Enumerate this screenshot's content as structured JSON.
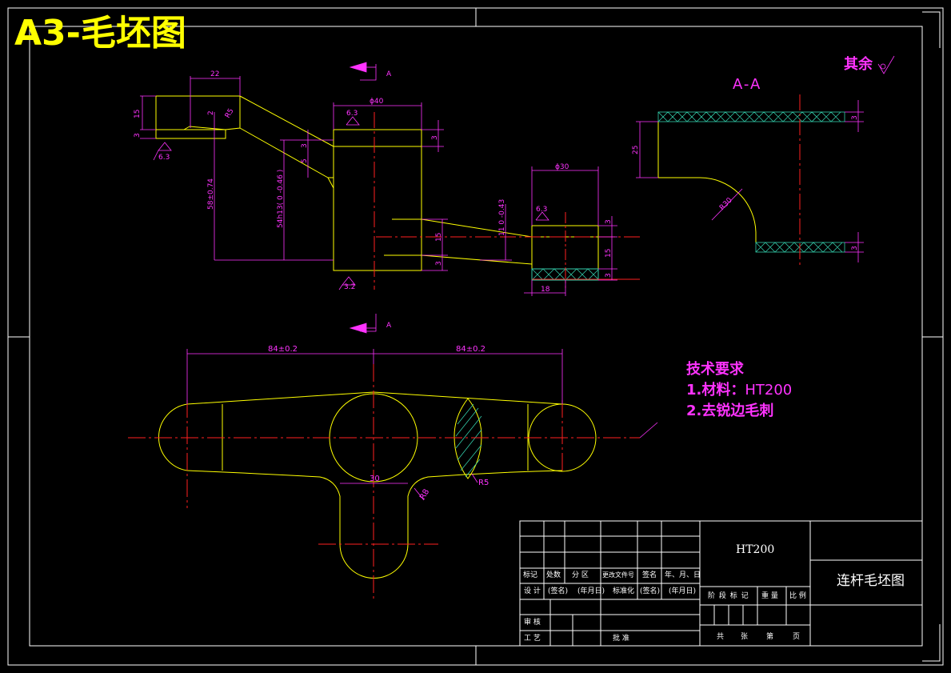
{
  "sheet": {
    "title": "A3-毛坯图",
    "other_roughness": "其余"
  },
  "section": {
    "label": "A-A",
    "cut_label": "A"
  },
  "dimensions": {
    "d22": "22",
    "d15a": "15",
    "d3a": "3",
    "d2": "2",
    "r5": "R5",
    "r63a": "6.3",
    "phi40": "ϕ40",
    "r63b": "6.3",
    "d3b": "3",
    "d3c": "3",
    "d3d": "3",
    "d5": "5",
    "d58": "58±0.74",
    "d54": "54h13( 0 -0.46 )",
    "d15b": "15",
    "d3e": "3",
    "r32": "3.2",
    "phi30": "ϕ30",
    "r63c": "6.3",
    "d11": "11 0 -0.43",
    "d3f": "3",
    "d15c": "15",
    "d3g": "3",
    "d18": "18",
    "d25": "25",
    "r30": "R30",
    "d3h": "3",
    "d3i": "3",
    "d84a": "84±0.2",
    "d84b": "84±0.2",
    "d30": "30",
    "r8": "R8",
    "r5b": "R5"
  },
  "tech_req": {
    "heading": "技术要求",
    "line1_prefix": "1.材料：",
    "line1_material": "HT200",
    "line2": "2.去锐边毛刺"
  },
  "title_block": {
    "material": "HT200",
    "drawing_name": "连杆毛坯图",
    "h_biaoji": "标记",
    "h_chushu": "处数",
    "h_fenqu": "分 区",
    "h_gengai": "更改文件号",
    "h_qianming": "签名",
    "h_riqi": "年、月、日",
    "sheji": "设 计",
    "sig1": "(签名)",
    "date1": "(年月日)",
    "biaozhunhua": "标准化",
    "sig2": "(签名)",
    "date2": "(年月日)",
    "jieduan": "阶 段 标 记",
    "zhongliang": "重 量",
    "bili": "比 例",
    "shenhe": "审 核",
    "gongyi": "工 艺",
    "pizhun": "批 准",
    "gong": "共",
    "zhang": "张",
    "di": "第",
    "ye": "页"
  },
  "colors": {
    "outline": "#ffff00",
    "centerline": "#ff2020",
    "dimension": "#ff33ff",
    "hatch": "#33ccaa",
    "frame": "#ffffff",
    "background": "#000000"
  }
}
